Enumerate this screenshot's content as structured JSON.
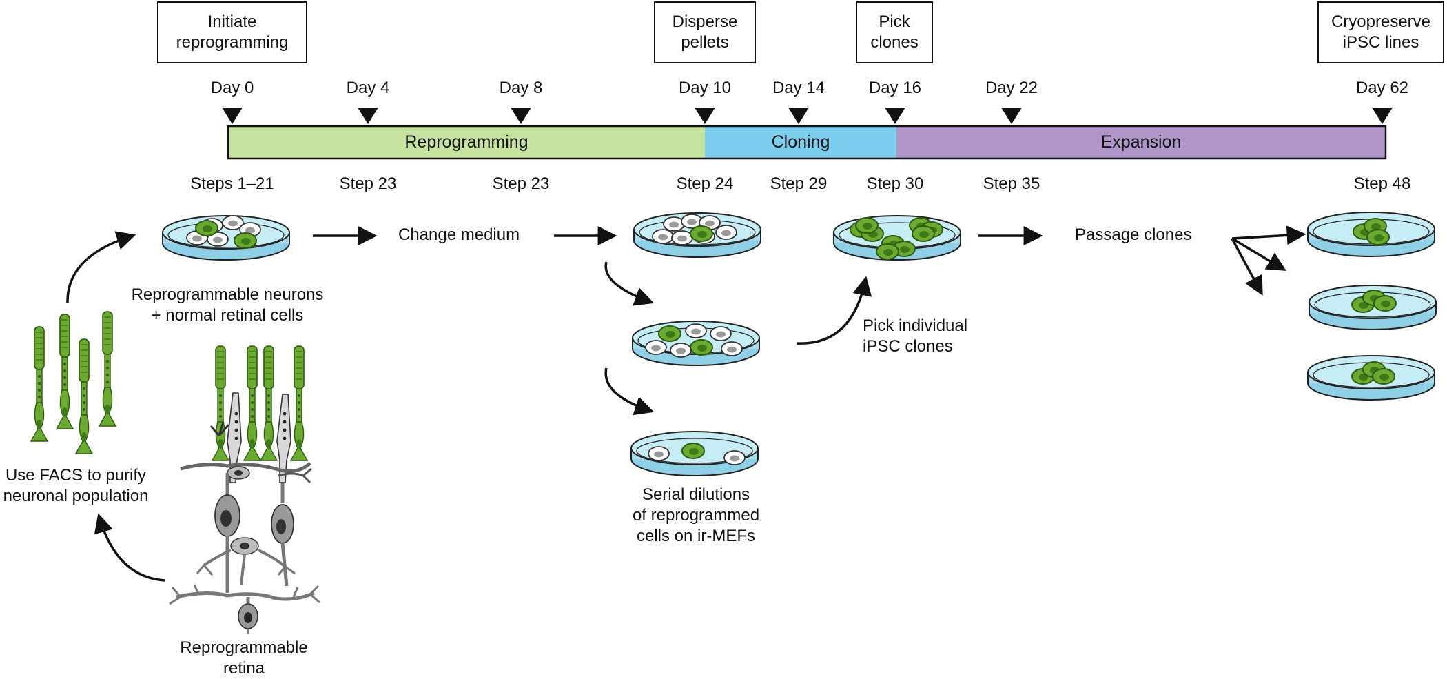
{
  "colors": {
    "reprogramming": "#c5e29e",
    "cloning": "#7dcdef",
    "expansion": "#b096c8",
    "dish": "#a8dcec",
    "dish_edge": "#222222",
    "cell_green": "#6aaa30",
    "cell_green_dark": "#3f7a18",
    "neuron_gray": "#9a9a9a"
  },
  "actions": [
    {
      "line1": "Initiate",
      "line2": "reprogramming"
    },
    {
      "line1": "Disperse",
      "line2": "pellets"
    },
    {
      "line1": "Pick",
      "line2": "clones"
    },
    {
      "line1": "Cryopreserve",
      "line2": "iPSC lines"
    }
  ],
  "days": [
    "Day 0",
    "Day 4",
    "Day 8",
    "Day 10",
    "Day 14",
    "Day 16",
    "Day 22",
    "Day 62"
  ],
  "phases": [
    "Reprogramming",
    "Cloning",
    "Expansion"
  ],
  "steps": [
    "Steps 1–21",
    "Step 23",
    "Step 23",
    "Step 24",
    "Step 29",
    "Step 30",
    "Step 35",
    "Step 48"
  ],
  "labels": {
    "neurons_line1": "Reprogrammable neurons",
    "neurons_line2": "+ normal retinal cells",
    "change_medium": "Change medium",
    "passage_clones": "Passage clones",
    "pick_line1": "Pick individual",
    "pick_line2": "iPSC clones",
    "serial_line1": "Serial dilutions",
    "serial_line2": "of reprogrammed",
    "serial_line3": "cells on ir-MEFs",
    "facs_line1": "Use FACS to purify",
    "facs_line2": "neuronal population",
    "retina_line1": "Reprogrammable",
    "retina_line2": "retina"
  }
}
